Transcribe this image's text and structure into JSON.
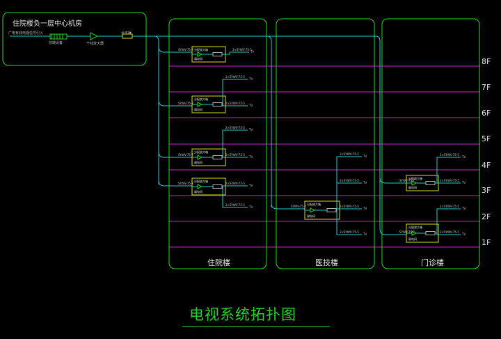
{
  "title": "电视系统拓扑图",
  "headend": {
    "name": "住院楼负一层中心机房",
    "source_text": "广电有线电视信号引入",
    "equipment_text": "前端设备",
    "amplifier_text": "干线放大器",
    "splitter_text": "分支器"
  },
  "buildings": [
    {
      "name": "住院楼"
    },
    {
      "name": "医技楼"
    },
    {
      "name": "门诊楼"
    }
  ],
  "floors": [
    "8F",
    "7F",
    "6F",
    "5F",
    "4F",
    "3F",
    "2F",
    "1F"
  ],
  "labels": {
    "box_header": "分配放大箱",
    "box_caption": "弱电间",
    "feed_cable": "SYWV-75-7",
    "branch_cable": "2×SYWV-75-5",
    "outlet": "TV"
  },
  "colors": {
    "frame": "#22dd22",
    "floor_line": "#d020d0",
    "cable": "#22cccc",
    "box": "#dddd22",
    "title": "#2bd12b"
  }
}
